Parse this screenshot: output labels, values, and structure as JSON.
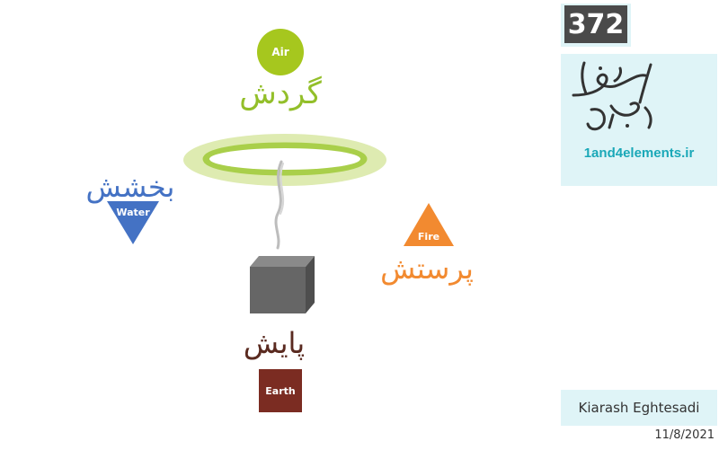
{
  "elements": {
    "air": {
      "label": "Air",
      "persian": "گردش",
      "color": "#a6c71e"
    },
    "water": {
      "label": "Water",
      "persian": "بخشش",
      "color": "#4472c4"
    },
    "fire": {
      "label": "Fire",
      "persian": "پرستش",
      "color": "#f28a30"
    },
    "earth": {
      "label": "Earth",
      "persian": "پایش",
      "color": "#7b2c22"
    }
  },
  "badge": {
    "number": "372"
  },
  "logo": {
    "url": "1and4elements.ir",
    "icon": "calligraphy-logo"
  },
  "footer": {
    "author": "Kiarash Eghtesadi",
    "date": "11/8/2021"
  }
}
